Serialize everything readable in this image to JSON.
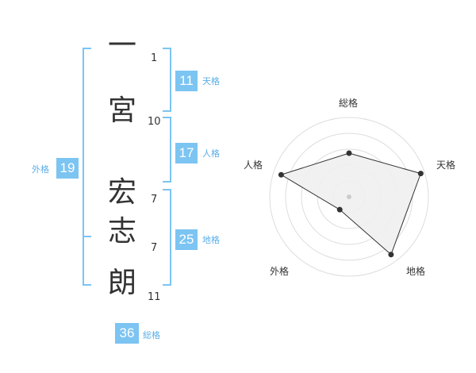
{
  "name": {
    "surname": [
      {
        "char": "一",
        "strokes": "1"
      },
      {
        "char": "宮",
        "strokes": "10"
      }
    ],
    "given": [
      {
        "char": "宏",
        "strokes": "7"
      },
      {
        "char": "志",
        "strokes": "7"
      },
      {
        "char": "朗",
        "strokes": "11"
      }
    ]
  },
  "fortunes": {
    "tenkaku": {
      "value": "11",
      "label": "天格"
    },
    "jinkaku": {
      "value": "17",
      "label": "人格"
    },
    "chikaku": {
      "value": "25",
      "label": "地格"
    },
    "gaikaku": {
      "value": "19",
      "label": "外格"
    },
    "soukaku": {
      "value": "36",
      "label": "総格"
    }
  },
  "radar": {
    "axes": [
      "総格",
      "天格",
      "地格",
      "外格",
      "人格"
    ],
    "values": [
      0.55,
      0.95,
      0.9,
      0.2,
      0.9
    ],
    "max": 1,
    "accent": "#7cc4f2",
    "line_color": "#333333",
    "fill_color": "#efefef"
  }
}
